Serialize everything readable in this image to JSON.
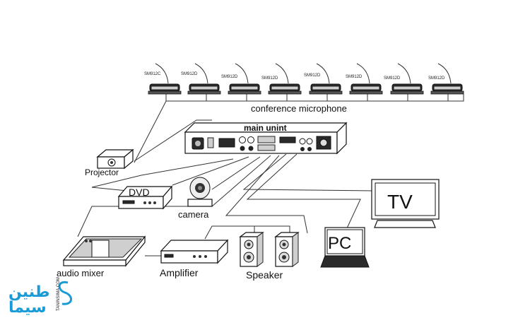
{
  "labels": {
    "conference_microphone": "conference microphone",
    "main_unit": "main unint",
    "projector": "Projector",
    "dvd": "DVD",
    "camera": "camera",
    "tv": "TV",
    "pc": "PC",
    "audio_mixer": "audio mixer",
    "amplifier": "Amplifier",
    "speaker": "Speaker"
  },
  "microphones": [
    {
      "model": "SM912C"
    },
    {
      "model": "SM912D"
    },
    {
      "model": "SM912D"
    },
    {
      "model": "SM912D"
    },
    {
      "model": "SM912D"
    },
    {
      "model": "SM912D"
    },
    {
      "model": "SM912D"
    },
    {
      "model": "SM912D"
    }
  ],
  "logo": {
    "text_line1": "طنین",
    "text_line2": "سیما",
    "vertical_text": "TANINSIMA.COM",
    "color": "#1a9bd7"
  }
}
